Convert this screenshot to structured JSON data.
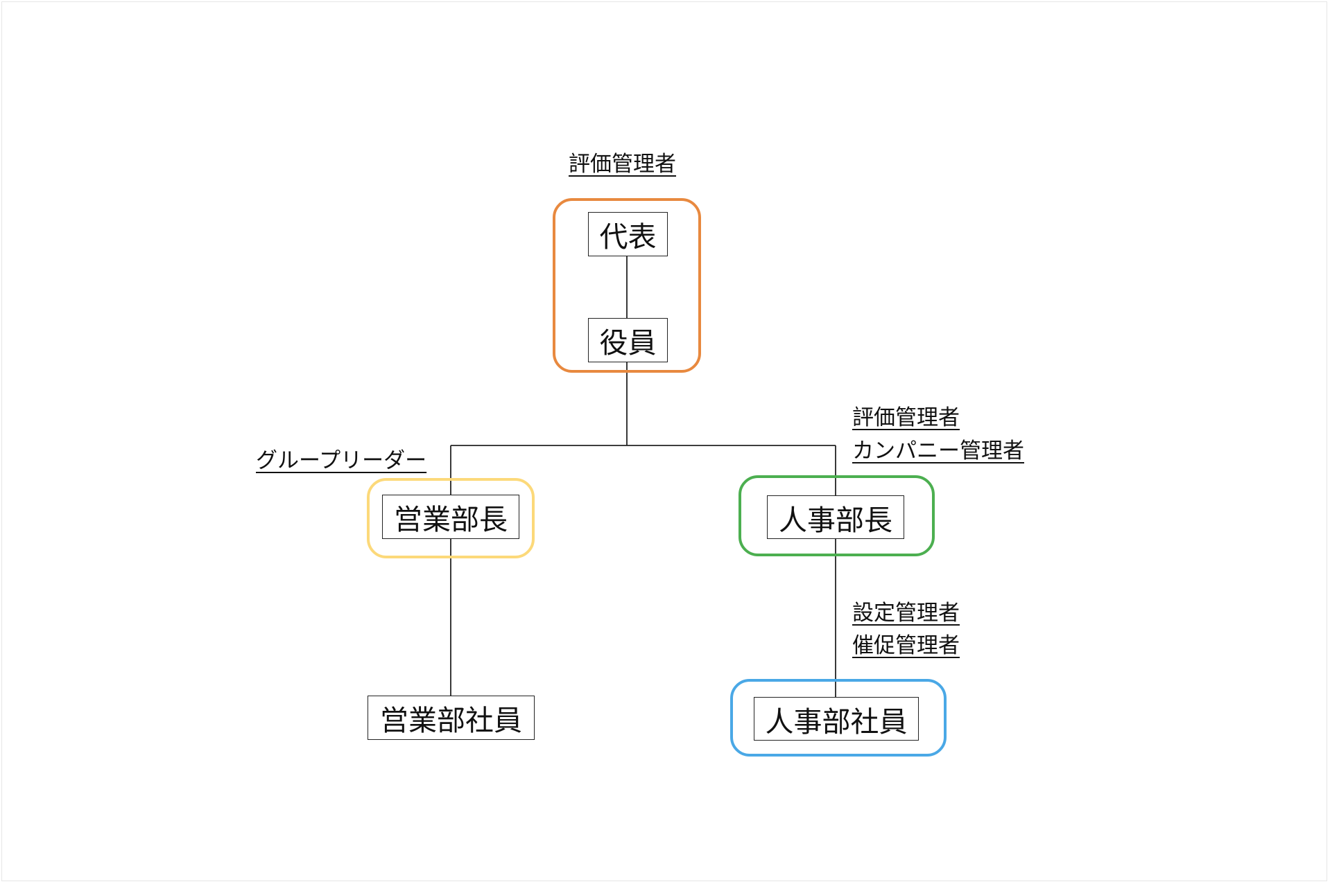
{
  "diagram": {
    "nodes": {
      "daihyo": "代表",
      "yakuin": "役員",
      "eigyo_bucho": "営業部長",
      "jinji_bucho": "人事部長",
      "eigyo_shain": "営業部社員",
      "jinji_shain": "人事部社員"
    },
    "roles": {
      "top_group": "評価管理者",
      "sales_group": "グループリーダー",
      "hr_manager_line1": "評価管理者",
      "hr_manager_line2": "カンパニー管理者",
      "hr_staff_line1": "設定管理者",
      "hr_staff_line2": "催促管理者"
    },
    "colors": {
      "top_group": "#e8893f",
      "sales_group": "#fcd97a",
      "hr_manager_group": "#4caf50",
      "hr_staff_group": "#4aa8e6",
      "line": "#222222"
    }
  }
}
